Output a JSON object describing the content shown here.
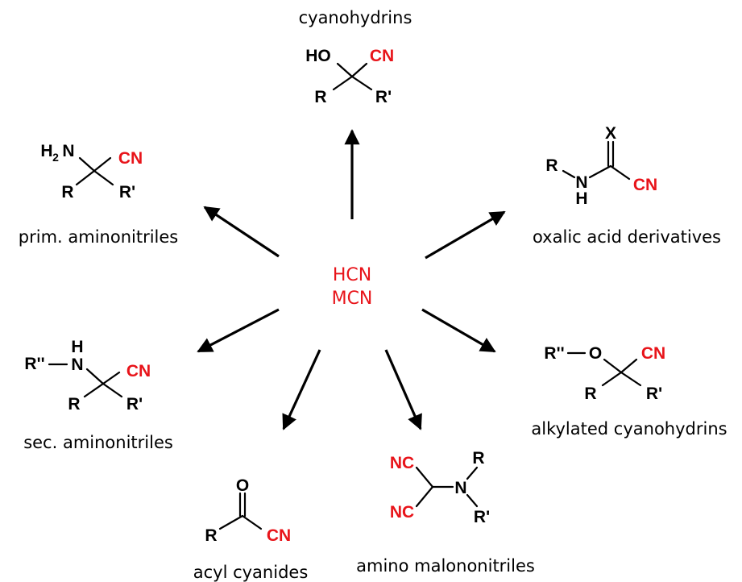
{
  "center": {
    "line1": "HCN",
    "line2": "MCN"
  },
  "captions": {
    "cyanohydrins": "cyanohydrins",
    "prim_aminonitriles": "prim. aminonitriles",
    "oxalic_acid_derivatives": "oxalic acid derivatives",
    "sec_aminonitriles": "sec. aminonitriles",
    "alkylated_cyanohydrins": "alkylated cyanohydrins",
    "acyl_cyanides": "acyl cyanides",
    "amino_malononitriles": "amino malononitriles"
  },
  "atoms": {
    "HO": "HO",
    "CN": "CN",
    "NC": "NC",
    "R": "R",
    "R1": "R'",
    "R2": "R''",
    "H": "H",
    "N": "N",
    "O": "O",
    "X": "X",
    "H2N_H": "H",
    "H2N_2": "2",
    "H2N_N": "N"
  },
  "colors": {
    "accent": "#e8141a",
    "ink": "#000000"
  }
}
